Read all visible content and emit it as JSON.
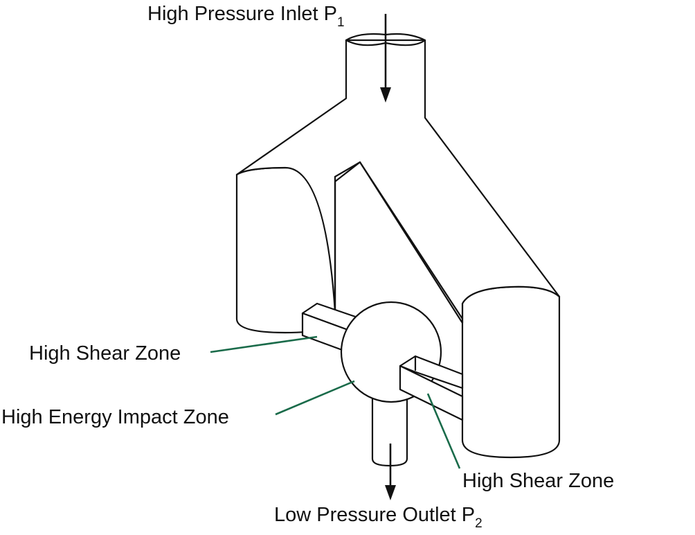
{
  "diagram": {
    "labels": {
      "inlet_text": "High Pressure Inlet P",
      "inlet_sub": "1",
      "outlet_text": "Low Pressure Outlet P",
      "outlet_sub": "2",
      "shear_left": "High Shear Zone",
      "impact": "High Energy Impact Zone",
      "shear_right": "High Shear Zone"
    },
    "colors": {
      "line": "#111111",
      "leader": "#1a6b4a",
      "background": "#ffffff"
    }
  }
}
